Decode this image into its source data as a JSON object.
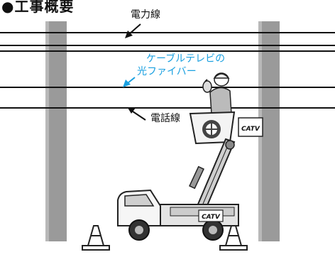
{
  "title": "●工事概要",
  "labels": {
    "power_line": "電力線",
    "fiber_line1": "ケーブルテレビの",
    "fiber_line2": "光ファイバー",
    "phone_line": "電話線"
  },
  "badges": {
    "bucket_logo": "CATV",
    "truck_logo": "CATV"
  },
  "colors": {
    "fiber": "#1aa0e0",
    "pole": "#9a9a9a",
    "line": "#111111"
  }
}
